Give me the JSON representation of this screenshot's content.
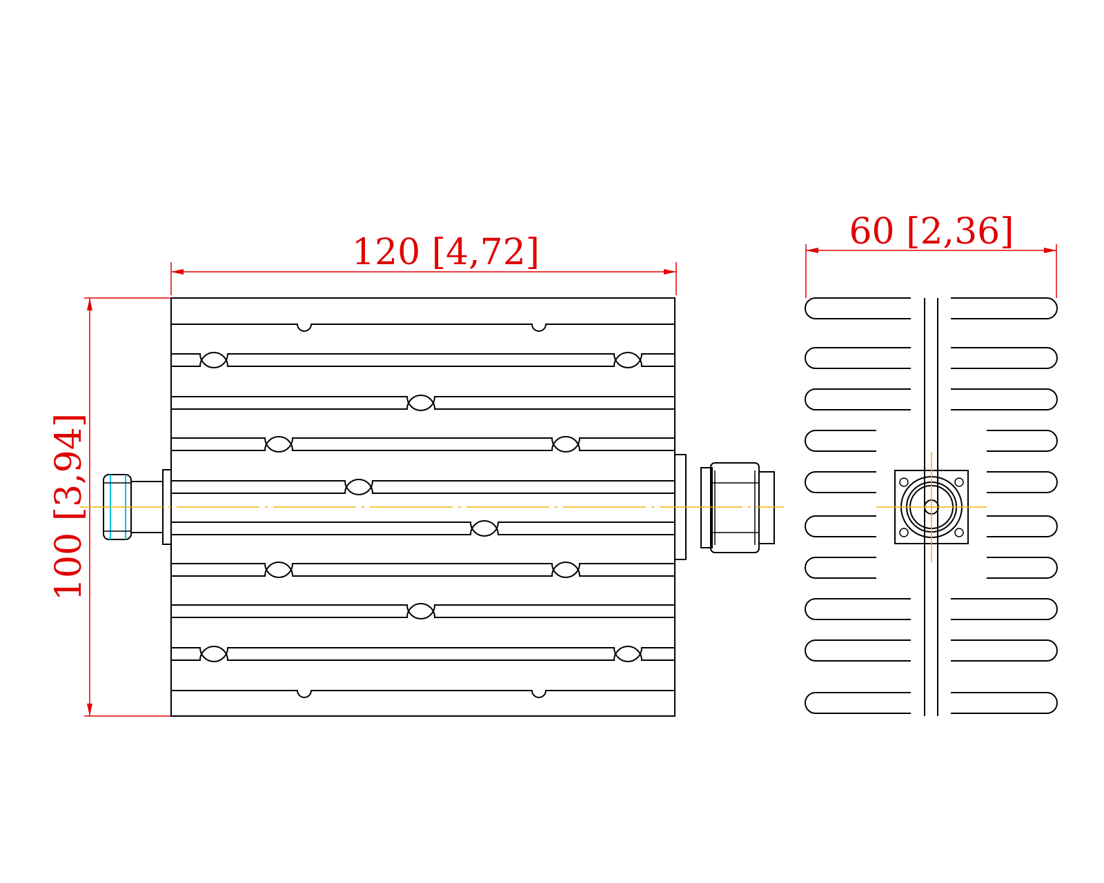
{
  "dimensions": {
    "length": "120 [4,72]",
    "height": "100 [3,94]",
    "width": "60 [2,36]"
  },
  "colors": {
    "dimension": "#e00000",
    "outline": "#000000",
    "centerline": "#f0b400",
    "highlight": "#00c0e0"
  }
}
